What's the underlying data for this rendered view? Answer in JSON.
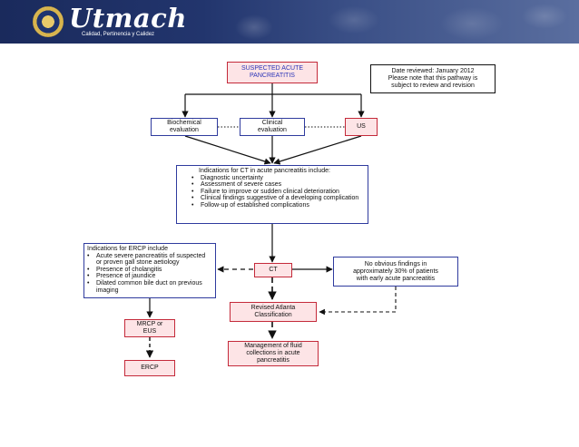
{
  "header": {
    "brand": "Utmach",
    "tagline": "Calidad, Pertinencia y Calidez"
  },
  "note": {
    "line1": "Date reviewed: January 2012",
    "line2": "Please note that this pathway is",
    "line3": "subject to review and revision"
  },
  "nodes": {
    "suspected": [
      "SUSPECTED ACUTE",
      "PANCREATITIS"
    ],
    "biochemical": [
      "Biochemical",
      "evaluation"
    ],
    "clinical": [
      "Clinical",
      "evaluation"
    ],
    "us": "US",
    "ct_indications": {
      "title": "Indications for CT in acute pancreatitis include:",
      "items": [
        "Diagnostic uncertainty",
        "Assessment of severe cases",
        "Failure to improve or sudden clinical deterioration",
        "Clinical findings suggestive of a developing complication",
        "Follow-up of established complications"
      ]
    },
    "ercp_indications": {
      "title": "Indications for ERCP include",
      "items": [
        "Acute severe pancreatitis of suspected or proven gall stone aetiology",
        "Presence of cholangitis",
        "Presence of jaundice",
        "Dilated common bile duct on previous imaging"
      ]
    },
    "ct": "CT",
    "no_findings": [
      "No obvious findings in",
      "approximately 30% of patients",
      "with early acute pancreatitis"
    ],
    "atlanta": [
      "Revised Atlanta",
      "Classification"
    ],
    "mrcp": [
      "MRCP or",
      "EUS"
    ],
    "management": [
      "Management of fluid",
      "collections in acute",
      "pancreatitis"
    ],
    "ercp": "ERCP"
  }
}
